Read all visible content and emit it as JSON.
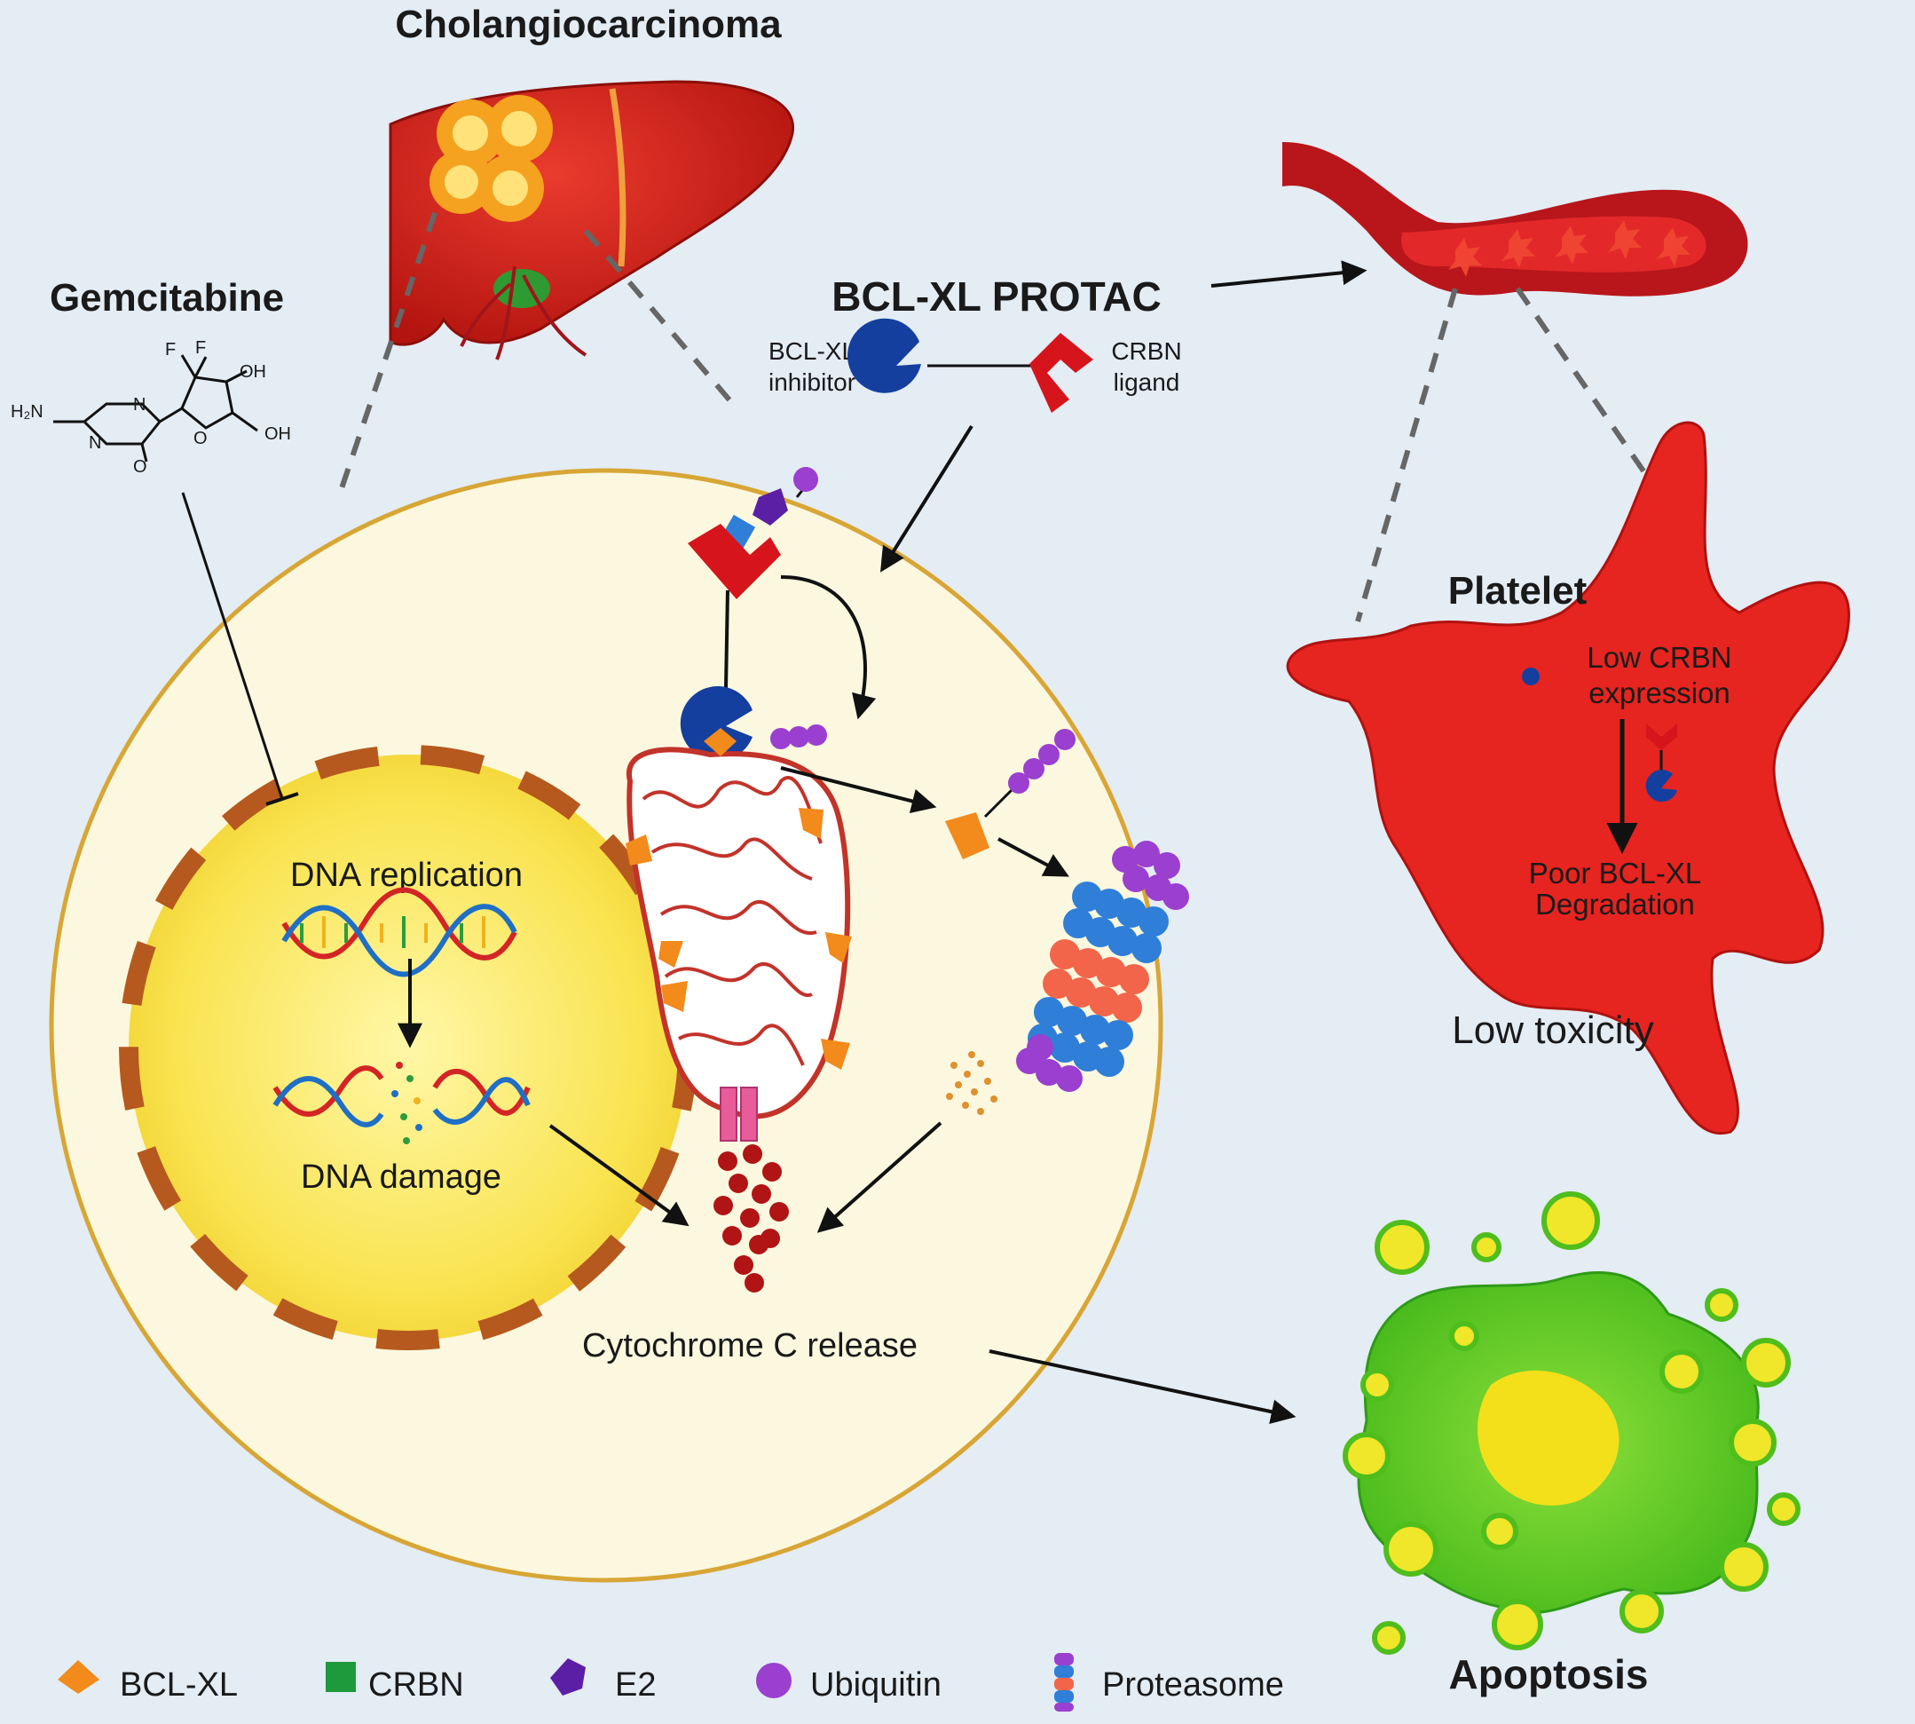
{
  "title": "Cholangiocarcinoma",
  "drug": {
    "name": "Gemcitabine",
    "formula_labels": {
      "amine": "H₂N",
      "f1": "F",
      "f2": "F",
      "oh1": "OH",
      "oh2": "OH",
      "n1": "N",
      "n2": "N",
      "o_ring": "O",
      "o_carbonyl": "O"
    }
  },
  "protac": {
    "title": "BCL-XL PROTAC",
    "inhibitor_line1": "BCL-XL",
    "inhibitor_line2": "inhibitor",
    "ligand_line1": "CRBN",
    "ligand_line2": "ligand"
  },
  "nucleus": {
    "replication": "DNA replication",
    "damage": "DNA damage"
  },
  "cyto_release": "Cytochrome C release",
  "platelet": {
    "title": "Platelet",
    "line1": "Low CRBN",
    "line2": "expression",
    "line3": "Poor BCL-XL",
    "line4": "Degradation",
    "toxicity": "Low toxicity"
  },
  "apoptosis": "Apoptosis",
  "legend": [
    {
      "label": "BCL-XL",
      "icon": "bcl-xl-icon",
      "color": "#f28a1c"
    },
    {
      "label": "CRBN",
      "icon": "crbn-icon",
      "color": "#1e9a3c"
    },
    {
      "label": "E2",
      "icon": "e2-icon",
      "color": "#5b1fa6"
    },
    {
      "label": "Ubiquitin",
      "icon": "ubiquitin-icon",
      "color": "#9a3fd0"
    },
    {
      "label": "Proteasome",
      "icon": "proteasome-icon",
      "color": "#2f7fd8"
    }
  ],
  "colors": {
    "background": "#e4ecf4",
    "cell": "#fbf8df",
    "cell_border": "#d8a636",
    "liver": "#d3201c",
    "platelet": "#e62420",
    "apoptotic_cell": "#5fcd23",
    "bcl_xl": "#f28a1c",
    "crbn_ligand": "#d6141c",
    "inhibitor": "#143f9e",
    "ubiquitin": "#9a3fd0"
  }
}
